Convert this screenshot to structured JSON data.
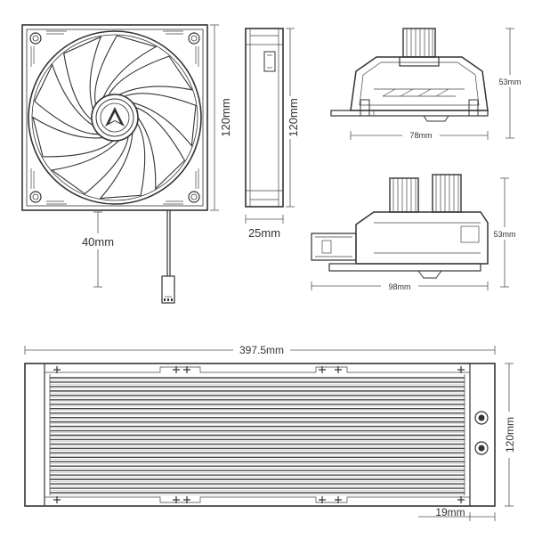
{
  "dimensions": {
    "fan_height": "120mm",
    "fan_side_height": "120mm",
    "fan_thickness": "25mm",
    "cable_length": "40mm",
    "pump_top_width": "78mm",
    "pump_top_height": "53mm",
    "pump_side_width": "98mm",
    "pump_side_height": "53mm",
    "radiator_length": "397.5mm",
    "radiator_height": "120mm",
    "radiator_thickness": "19mm"
  },
  "colors": {
    "line": "#333333",
    "dimension": "#555555",
    "background": "#ffffff"
  },
  "icons": {
    "fan_hub_logo": "arctic-logo-icon"
  }
}
